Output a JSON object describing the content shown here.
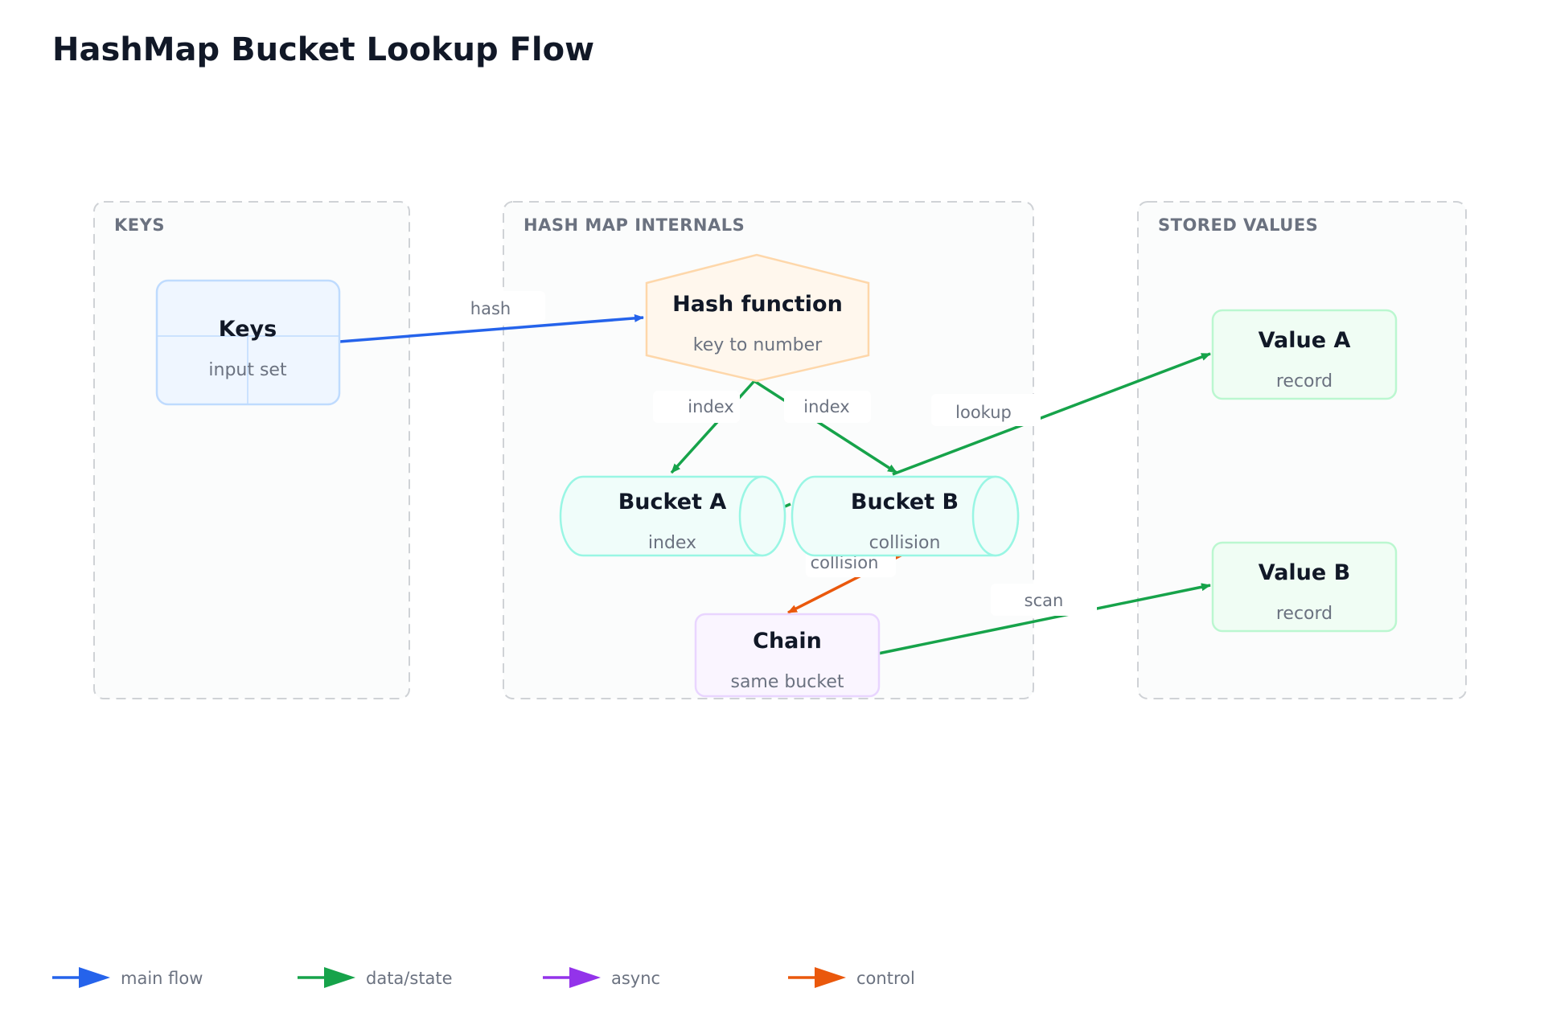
{
  "title": "HashMap Bucket Lookup Flow",
  "colors": {
    "main_flow": "#2563eb",
    "data_state": "#16a34a",
    "async": "#9333ea",
    "control": "#ea580c"
  },
  "groups": {
    "keys": "KEYS",
    "internals": "HASH MAP INTERNALS",
    "values": "STORED VALUES"
  },
  "nodes": {
    "keys": {
      "title": "Keys",
      "sub": "input set"
    },
    "hash_function": {
      "title": "Hash function",
      "sub": "key to number"
    },
    "bucket_a": {
      "title": "Bucket A",
      "sub": "index"
    },
    "bucket_b": {
      "title": "Bucket B",
      "sub": "collision"
    },
    "chain": {
      "title": "Chain",
      "sub": "same bucket"
    },
    "value_a": {
      "title": "Value A",
      "sub": "record"
    },
    "value_b": {
      "title": "Value B",
      "sub": "record"
    }
  },
  "edges": {
    "hash": "hash",
    "index_a": "index",
    "index_b": "index",
    "lookup": "lookup",
    "collision": "collision",
    "scan": "scan"
  },
  "legend": {
    "main_flow": "main flow",
    "data_state": "data/state",
    "async": "async",
    "control": "control"
  }
}
